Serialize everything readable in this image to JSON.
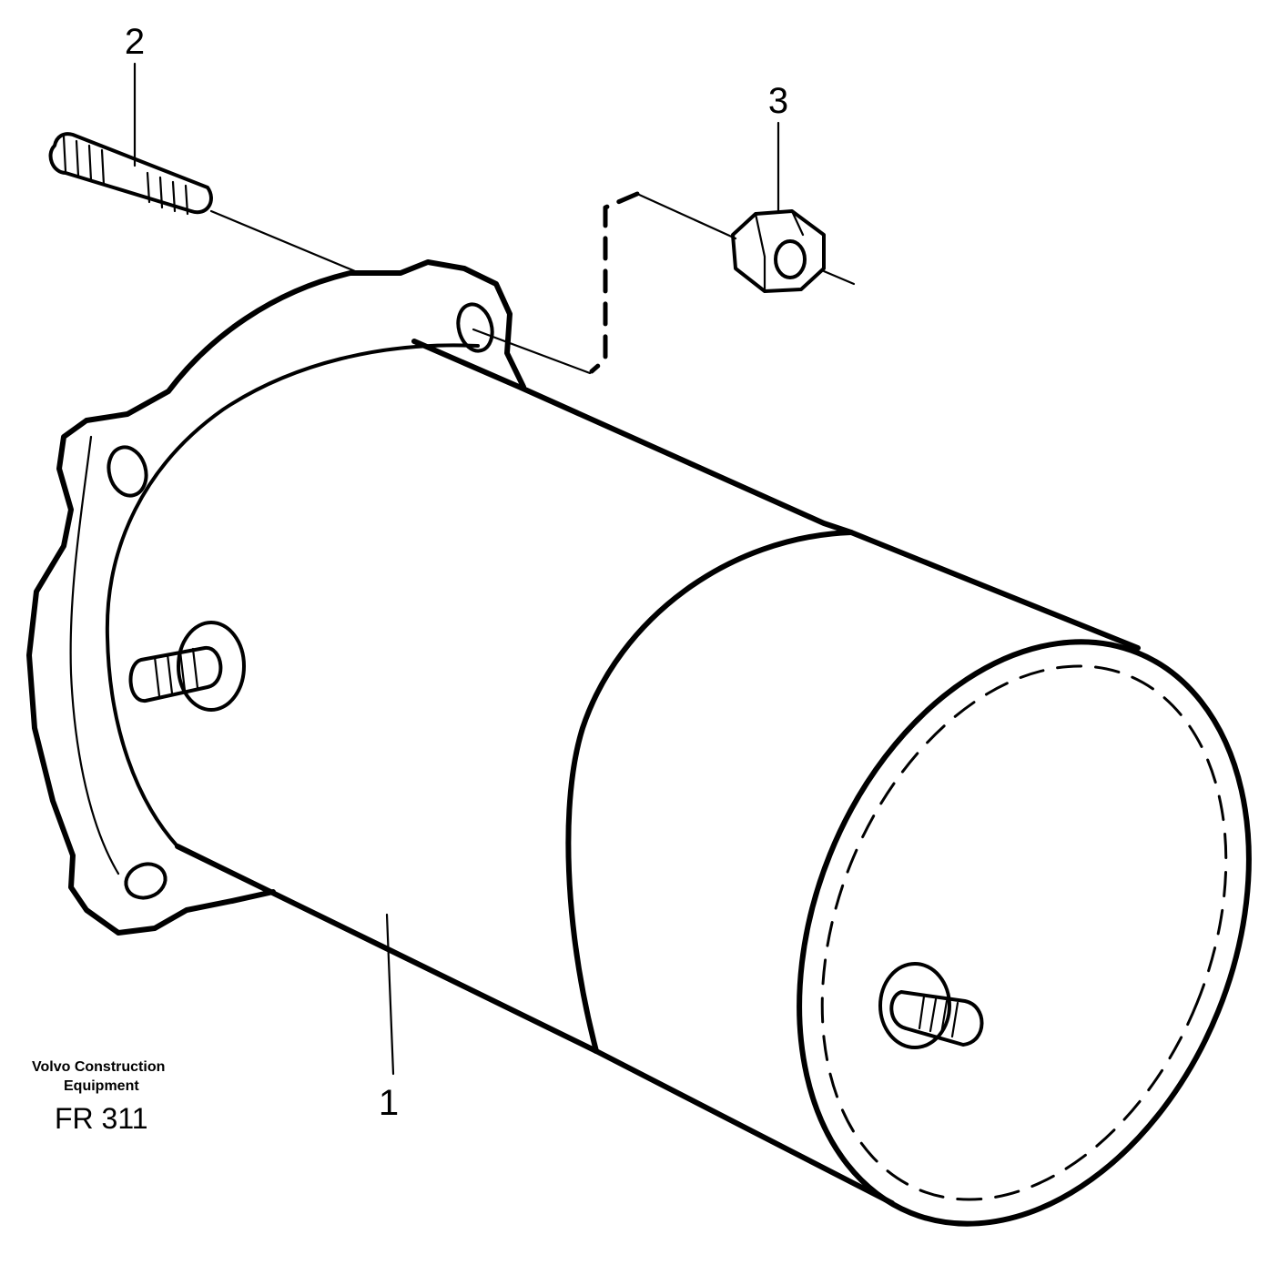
{
  "callouts": {
    "part_1": "1",
    "part_2": "2",
    "part_3": "3"
  },
  "footer": {
    "brand_line1": "Volvo Construction",
    "brand_line2": "Equipment",
    "figure_code": "FR 311"
  },
  "colors": {
    "ink": "#000000",
    "paper": "#ffffff"
  }
}
